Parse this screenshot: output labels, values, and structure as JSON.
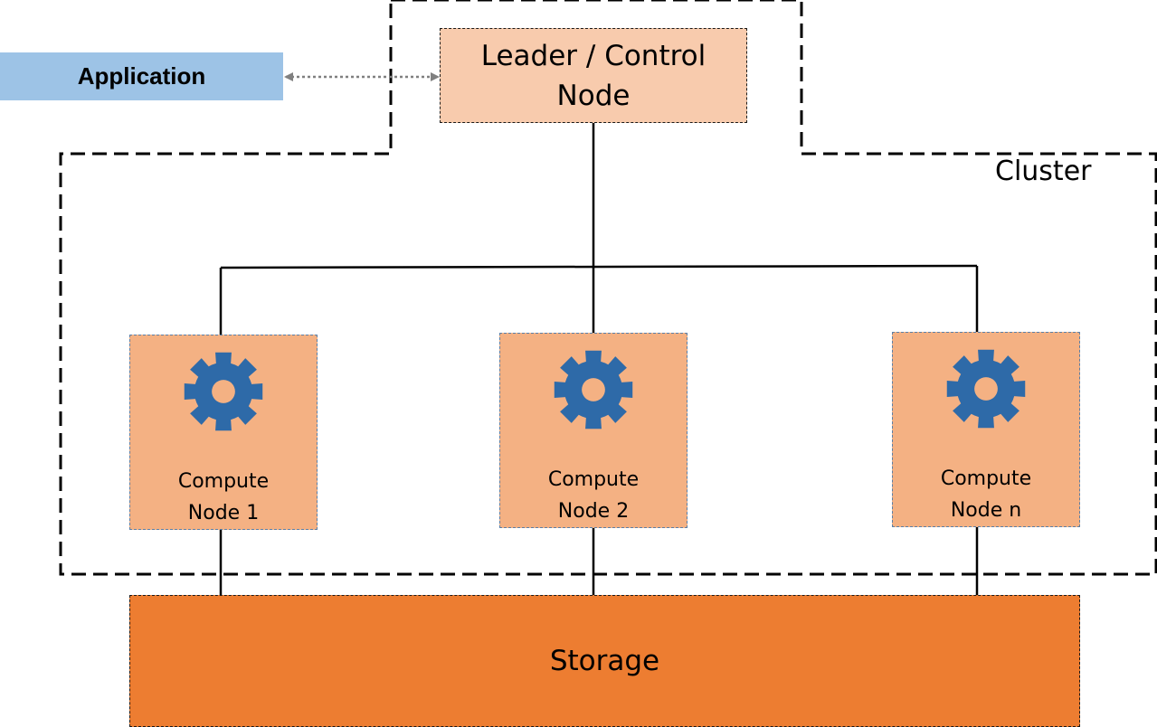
{
  "application": {
    "label": "Application"
  },
  "leader": {
    "line1": "Leader / Control",
    "line2": "Node"
  },
  "cluster": {
    "label": "Cluster"
  },
  "compute_nodes": [
    {
      "line1": "Compute",
      "line2": "Node 1",
      "icon": "gear-icon"
    },
    {
      "line1": "Compute",
      "line2": "Node 2",
      "icon": "gear-icon"
    },
    {
      "line1": "Compute",
      "line2": "Node n",
      "icon": "gear-icon"
    }
  ],
  "storage": {
    "label": "Storage"
  },
  "colors": {
    "application": "#9dc3e6",
    "leader": "#f8cbad",
    "compute": "#f4b183",
    "storage": "#ed7d31",
    "gear": "#2e6aa8"
  }
}
